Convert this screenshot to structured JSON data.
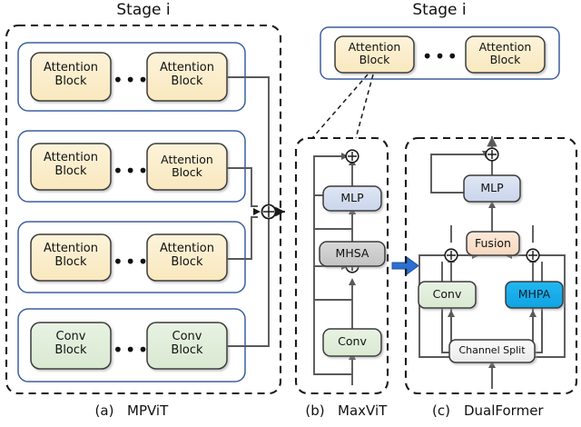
{
  "figure": {
    "type": "diagram",
    "description": "Comparison of three vision-transformer stage architectures",
    "colors": {
      "attention_block_fill": "#FCEFCB",
      "conv_block_fill": "#E0EDDA",
      "mlp_fill": "#D4DEEF",
      "mhsa_fill": "#CCCCCC",
      "mhpa_fill": "#17ADEC",
      "fusion_fill": "#FADFCB",
      "channel_split_fill": "#F2F2F2",
      "inner_box_stroke": "#3A5FA0",
      "dashed_stroke": "#1A1A1A",
      "wire_stroke": "#595959",
      "transition_arrow": "#2C6FD0"
    }
  },
  "panel_a": {
    "title": "Stage i",
    "caption_index": "(a)",
    "caption_name": "MPViT",
    "rows": [
      {
        "left_label": "Attention\nBlock",
        "ellipsis": "•••",
        "right_label": "Attention\nBlock",
        "kind": "attention"
      },
      {
        "left_label": "Attention\nBlock",
        "ellipsis": "•••",
        "right_label": "Attention\nBlock",
        "kind": "attention"
      },
      {
        "left_label": "Attention\nBlock",
        "ellipsis": "•••",
        "right_label": "Attention\nBlock",
        "kind": "attention"
      },
      {
        "left_label": "Conv\nBlock",
        "ellipsis": "•••",
        "right_label": "Conv\nBlock",
        "kind": "conv"
      }
    ],
    "merge_symbol": "⊕"
  },
  "panel_top_right": {
    "title": "Stage i",
    "left_label": "Attention\nBlock",
    "ellipsis": "•••",
    "right_label": "Attention\nBlock"
  },
  "panel_b": {
    "caption_index": "(b)",
    "caption_name": "MaxViT",
    "blocks": [
      {
        "label": "MLP",
        "kind": "mlp"
      },
      {
        "label": "MHSA",
        "kind": "mhsa"
      },
      {
        "label": "Conv",
        "kind": "conv"
      }
    ],
    "adders": [
      "⊕",
      "⊕",
      "⊕"
    ]
  },
  "panel_c": {
    "caption_index": "(c)",
    "caption_name": "DualFormer",
    "blocks": [
      {
        "label": "MLP",
        "kind": "mlp"
      },
      {
        "label": "Fusion",
        "kind": "fusion"
      },
      {
        "label": "Conv",
        "kind": "conv"
      },
      {
        "label": "MHPA",
        "kind": "mhpa"
      },
      {
        "label": "Channel Split",
        "kind": "split"
      }
    ],
    "adders": [
      "⊕",
      "⊕",
      "⊕"
    ]
  }
}
